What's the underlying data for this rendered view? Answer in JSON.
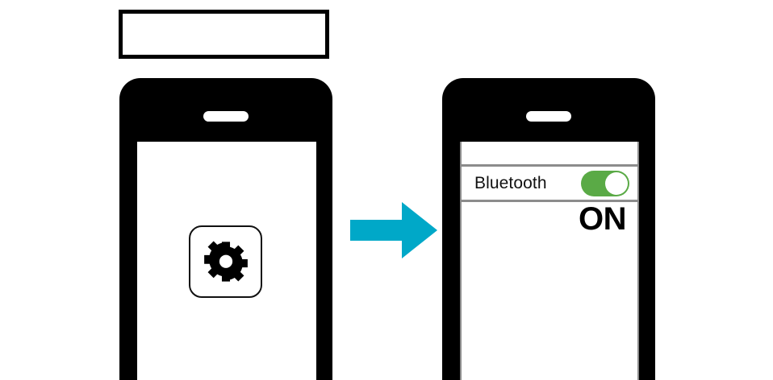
{
  "figure": {
    "title": "",
    "background_color": "#ffffff",
    "caption_box": {
      "text": "",
      "border_color": "#000000"
    }
  },
  "colors": {
    "phone_body": "#000000",
    "screen": "#ffffff",
    "divider": "#8c8c8c",
    "arrow": "#00a8c8",
    "toggle_on": "#5aaa46",
    "toggle_knob": "#ffffff",
    "text": "#000000"
  },
  "step_before": {
    "phone_label": "phone-before",
    "speaker_icon": "speaker-slot-icon",
    "app_icon": {
      "name": "settings-gear-icon",
      "label": ""
    }
  },
  "arrow": {
    "icon": "arrow-right-icon",
    "label": ""
  },
  "step_after": {
    "phone_label": "phone-after",
    "speaker_icon": "speaker-slot-icon",
    "settings_row": {
      "label": "Bluetooth",
      "toggle_state": "on",
      "toggle_icon": "toggle-switch-on-icon"
    },
    "status_text": "ON"
  }
}
